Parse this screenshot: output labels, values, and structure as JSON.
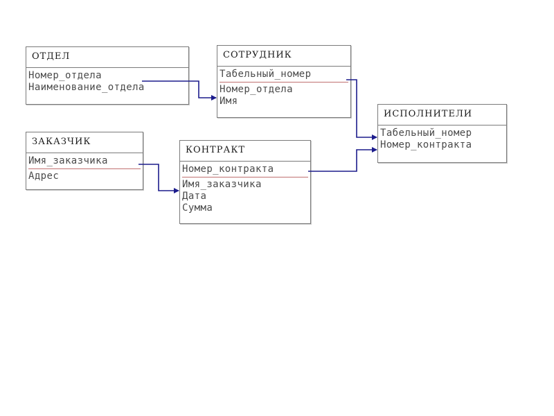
{
  "entities": {
    "otdel": {
      "name": "ОТДЕЛ",
      "key_fields": [
        "Номер_отдела"
      ],
      "fields": [
        "Наименование_отдела"
      ]
    },
    "sotrudnik": {
      "name": "СОТРУДНИК",
      "key_fields": [
        "Табельный_номер"
      ],
      "fields": [
        "Номер_отдела",
        "Имя"
      ]
    },
    "ispolniteli": {
      "name": "ИСПОЛНИТЕЛИ",
      "key_fields": [
        "Табельный_номер",
        "Номер_контракта"
      ],
      "fields": []
    },
    "zakazchik": {
      "name": "ЗАКАЗЧИК",
      "key_fields": [
        "Имя_заказчика"
      ],
      "fields": [
        "Адрес"
      ]
    },
    "kontrakt": {
      "name": "КОНТРАКТ",
      "key_fields": [
        "Номер_контракта"
      ],
      "fields": [
        "Имя_заказчика",
        "Дата",
        "Сумма"
      ]
    }
  },
  "relationships": [
    {
      "from": "ОТДЕЛ.Номер_отдела",
      "to": "СОТРУДНИК.Номер_отдела"
    },
    {
      "from": "СОТРУДНИК.Табельный_номер",
      "to": "ИСПОЛНИТЕЛИ.Табельный_номер"
    },
    {
      "from": "КОНТРАКТ.Номер_контракта",
      "to": "ИСПОЛНИТЕЛИ.Номер_контракта"
    },
    {
      "from": "ЗАКАЗЧИК.Имя_заказчика",
      "to": "КОНТРАКТ.Имя_заказчика"
    }
  ],
  "colors": {
    "connector": "#1c1c8c",
    "key_separator": "#c07070",
    "border": "#7a7a7a"
  }
}
